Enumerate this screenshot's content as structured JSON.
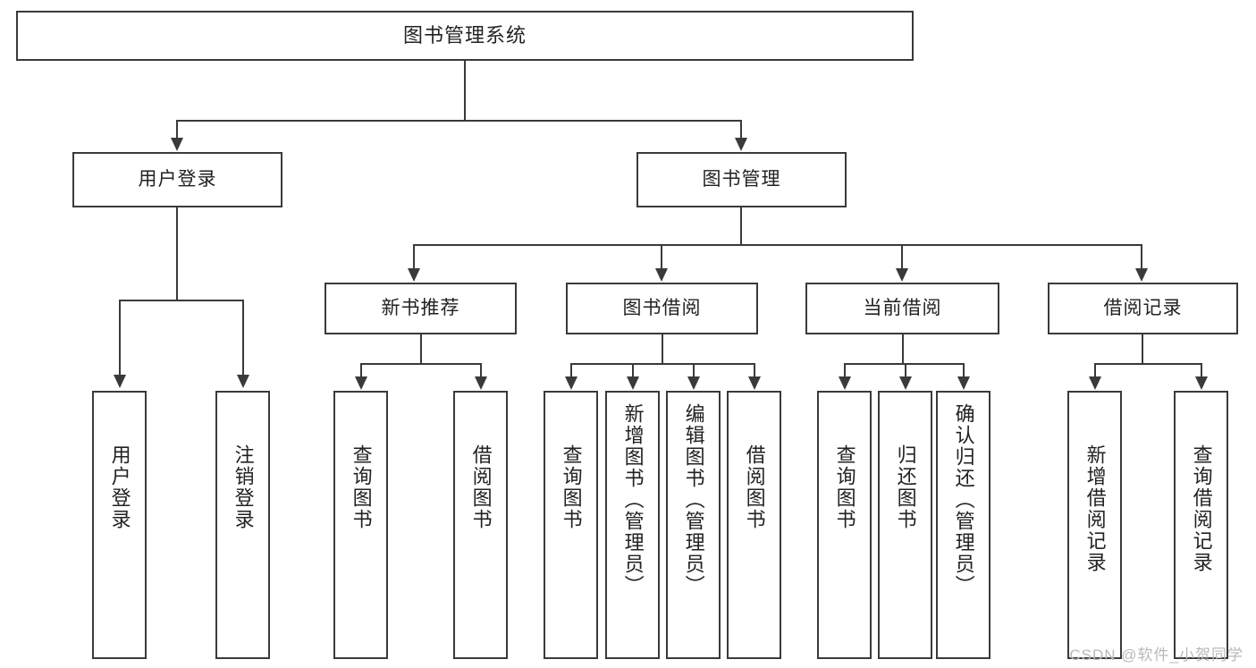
{
  "diagram": {
    "title": "图书管理系统",
    "type": "功能结构图",
    "root": {
      "label": "图书管理系统"
    },
    "level2": [
      {
        "label": "用户登录"
      },
      {
        "label": "图书管理"
      }
    ],
    "level3": [
      {
        "label": "新书推荐"
      },
      {
        "label": "图书借阅"
      },
      {
        "label": "当前借阅"
      },
      {
        "label": "借阅记录"
      }
    ],
    "leaves": {
      "user_login": [
        {
          "label": "用户登录"
        },
        {
          "label": "注销登录"
        }
      ],
      "new_book_rec": [
        {
          "label": "查询图书"
        },
        {
          "label": "借阅图书"
        }
      ],
      "book_borrow": [
        {
          "label": "查询图书"
        },
        {
          "label": "新增图书（管理员）"
        },
        {
          "label": "编辑图书（管理员）"
        },
        {
          "label": "借阅图书"
        }
      ],
      "current_borrow": [
        {
          "label": "查询图书"
        },
        {
          "label": "归还图书"
        },
        {
          "label": "确认归还（管理员）"
        }
      ],
      "borrow_record": [
        {
          "label": "新增借阅记录"
        },
        {
          "label": "查询借阅记录"
        }
      ]
    }
  },
  "watermark": {
    "text": "CSDN @软件_小贺同学"
  },
  "colors": {
    "border": "#3a3a3a",
    "text": "#222222",
    "background": "#ffffff",
    "watermark": "#b9b9b9"
  }
}
